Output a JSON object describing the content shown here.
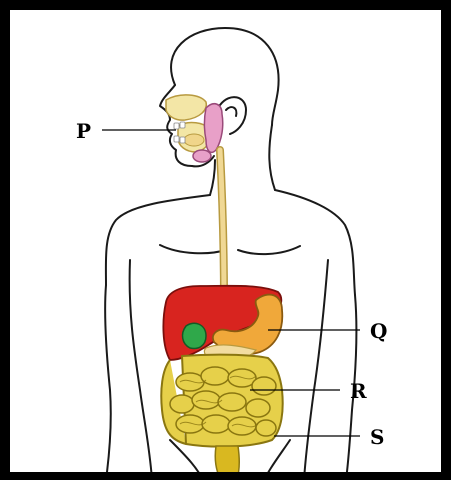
{
  "labels": {
    "p": "P",
    "q": "Q",
    "r": "R",
    "s": "S"
  },
  "colors": {
    "outline": "#1a1a1a",
    "nasal": "#f3e6a6",
    "salivary": "#e8a0c8",
    "esophagus": "#f0d894",
    "liver": "#d8241f",
    "gallbladder": "#2fa84a",
    "stomach": "#f0a83a",
    "pancreas": "#f2dca0",
    "intestine": "#e6d04a",
    "rectum": "#d9b820"
  }
}
